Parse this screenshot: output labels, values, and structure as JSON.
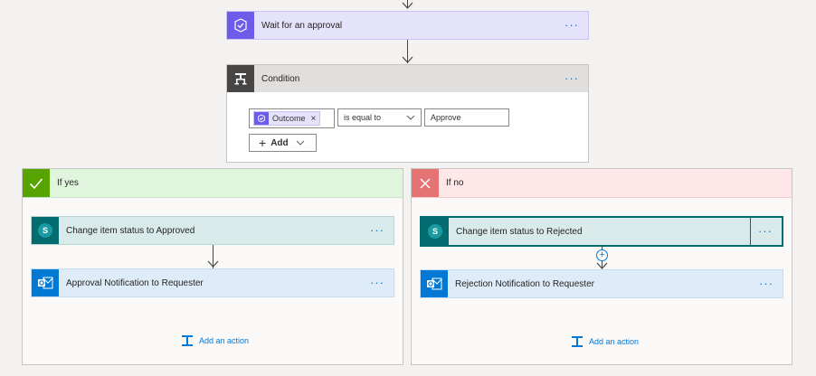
{
  "wait_approval": {
    "title": "Wait for an approval",
    "more": "···"
  },
  "condition": {
    "title": "Condition",
    "more": "···",
    "left_token": "Outcome",
    "token_remove": "×",
    "operator": "is equal to",
    "right_value": "Approve",
    "add_label": "Add"
  },
  "branch_yes": {
    "label": "If yes",
    "steps": [
      {
        "title": "Change item status to Approved",
        "more": "···"
      },
      {
        "title": "Approval Notification to Requester",
        "more": "···"
      }
    ],
    "add_action": "Add an action"
  },
  "branch_no": {
    "label": "If no",
    "steps": [
      {
        "title": "Change item status to Rejected",
        "more": "···"
      },
      {
        "title": "Rejection Notification to Requester",
        "more": "···"
      }
    ],
    "add_action": "Add an action"
  },
  "colors": {
    "approval": "#6c5ce7",
    "condition_icon": "#484644",
    "sharepoint": "#036c70",
    "outlook": "#0078d4",
    "yes_green": "#57a300",
    "no_red": "#e57373",
    "link_blue": "#0078d4"
  }
}
